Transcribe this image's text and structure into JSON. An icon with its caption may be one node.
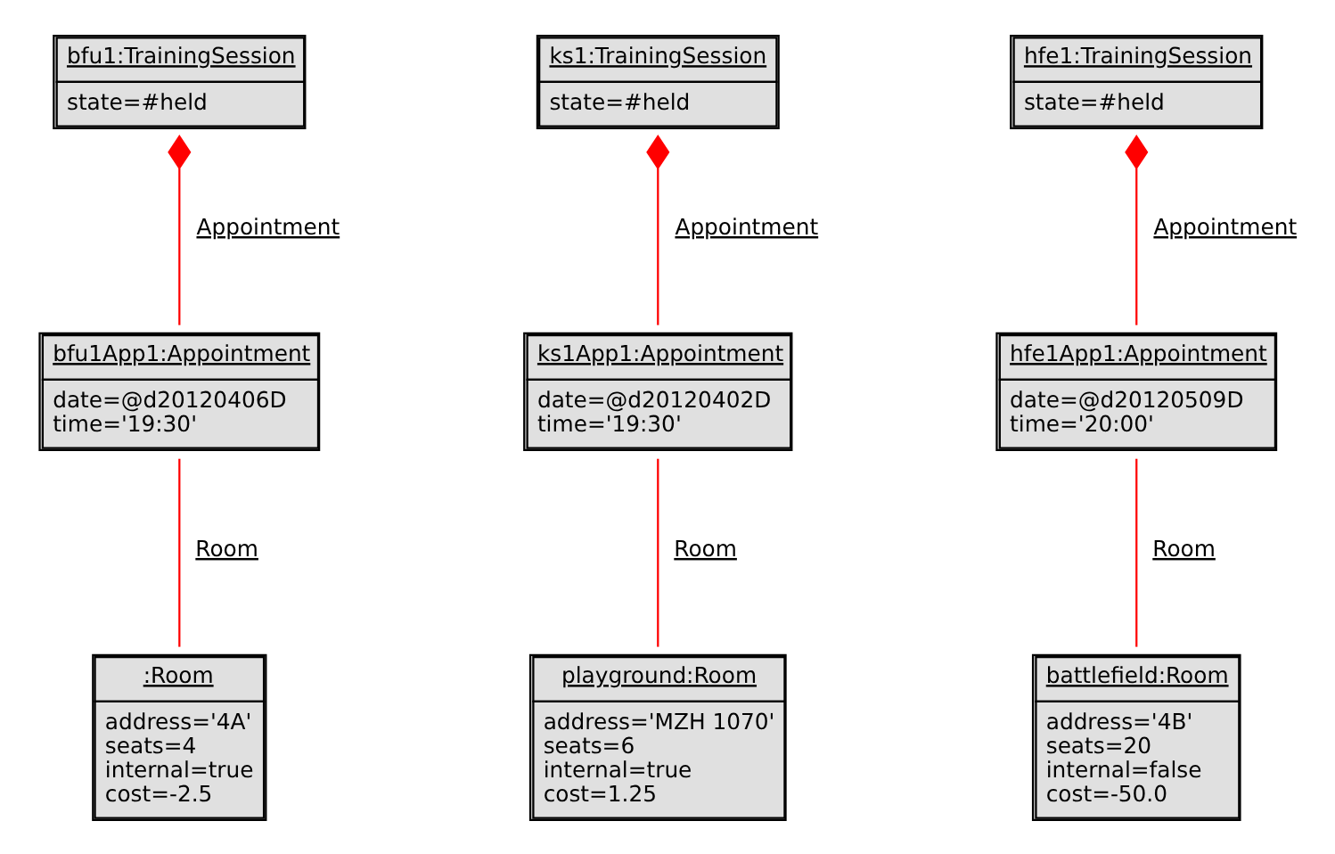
{
  "diagram": {
    "nodes": [
      {
        "text": [
          "bfu1:TrainingSession",
          "state=#held"
        ]
      },
      {
        "text": [
          "bfu1App1:Appointment",
          "date=@d20120406D",
          "time='19:30'"
        ]
      },
      {
        "text": [
          ":Room",
          "address='4A'",
          "seats=4",
          "internal=true",
          "cost=-2.5"
        ]
      },
      {
        "text": [
          "ks1:TrainingSession",
          "state=#held"
        ]
      },
      {
        "text": [
          "ks1App1:Appointment",
          "date=@d20120402D",
          "time='19:30'"
        ]
      },
      {
        "text": [
          "playground:Room",
          "address='MZH 1070'",
          "seats=6",
          "internal=true",
          "cost=1.25"
        ]
      },
      {
        "text": [
          "hfe1:TrainingSession",
          "state=#held"
        ]
      },
      {
        "text": [
          "hfe1App1:Appointment",
          "date=@d20120509D",
          "time='20:00'"
        ]
      },
      {
        "text": [
          "battlefield:Room",
          "address='4B'",
          "seats=20",
          "internal=false",
          "cost=-50.0"
        ]
      }
    ],
    "edges": [
      {
        "from": 0,
        "to": 1,
        "arrow": "other",
        "label": "Appointment"
      },
      {
        "from": 1,
        "to": 2,
        "arrow": "none",
        "label": "Room"
      },
      {
        "from": 3,
        "to": 4,
        "arrow": "other",
        "label": "Appointment"
      },
      {
        "from": 4,
        "to": 5,
        "arrow": "none",
        "label": "Room"
      },
      {
        "from": 6,
        "to": 7,
        "arrow": "other",
        "label": "Appointment"
      },
      {
        "from": 7,
        "to": 8,
        "arrow": "none",
        "label": "Room"
      }
    ]
  }
}
